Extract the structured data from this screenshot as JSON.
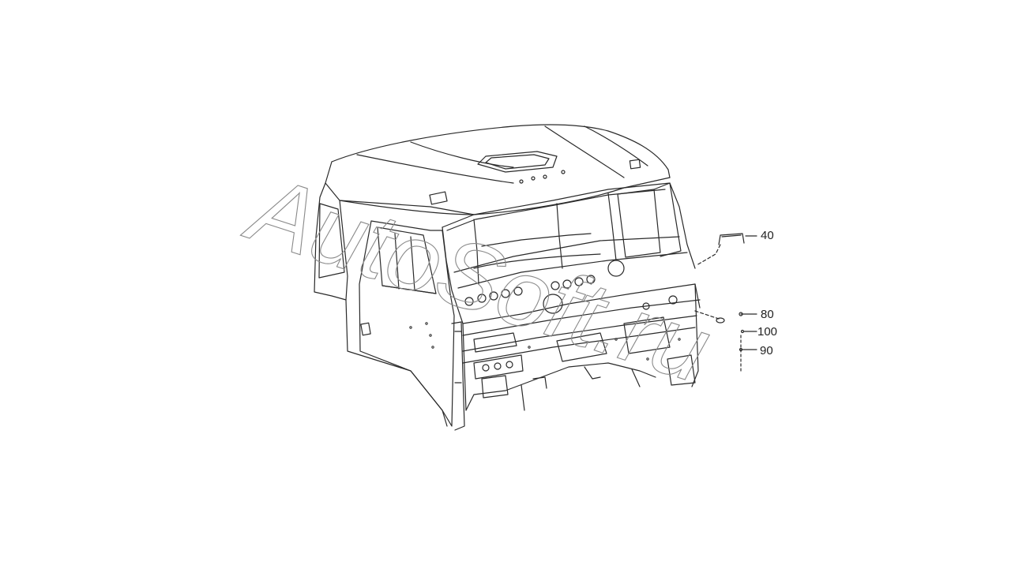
{
  "diagram": {
    "watermark": "AutoSoft.ru",
    "callouts": [
      {
        "id": "40",
        "label": "40"
      },
      {
        "id": "80",
        "label": "80"
      },
      {
        "id": "100",
        "label": "100"
      },
      {
        "id": "90",
        "label": "90"
      }
    ]
  },
  "colors": {
    "line": "#2a2a2a",
    "watermark_stroke": "#8a8a8a",
    "background": "#ffffff"
  }
}
